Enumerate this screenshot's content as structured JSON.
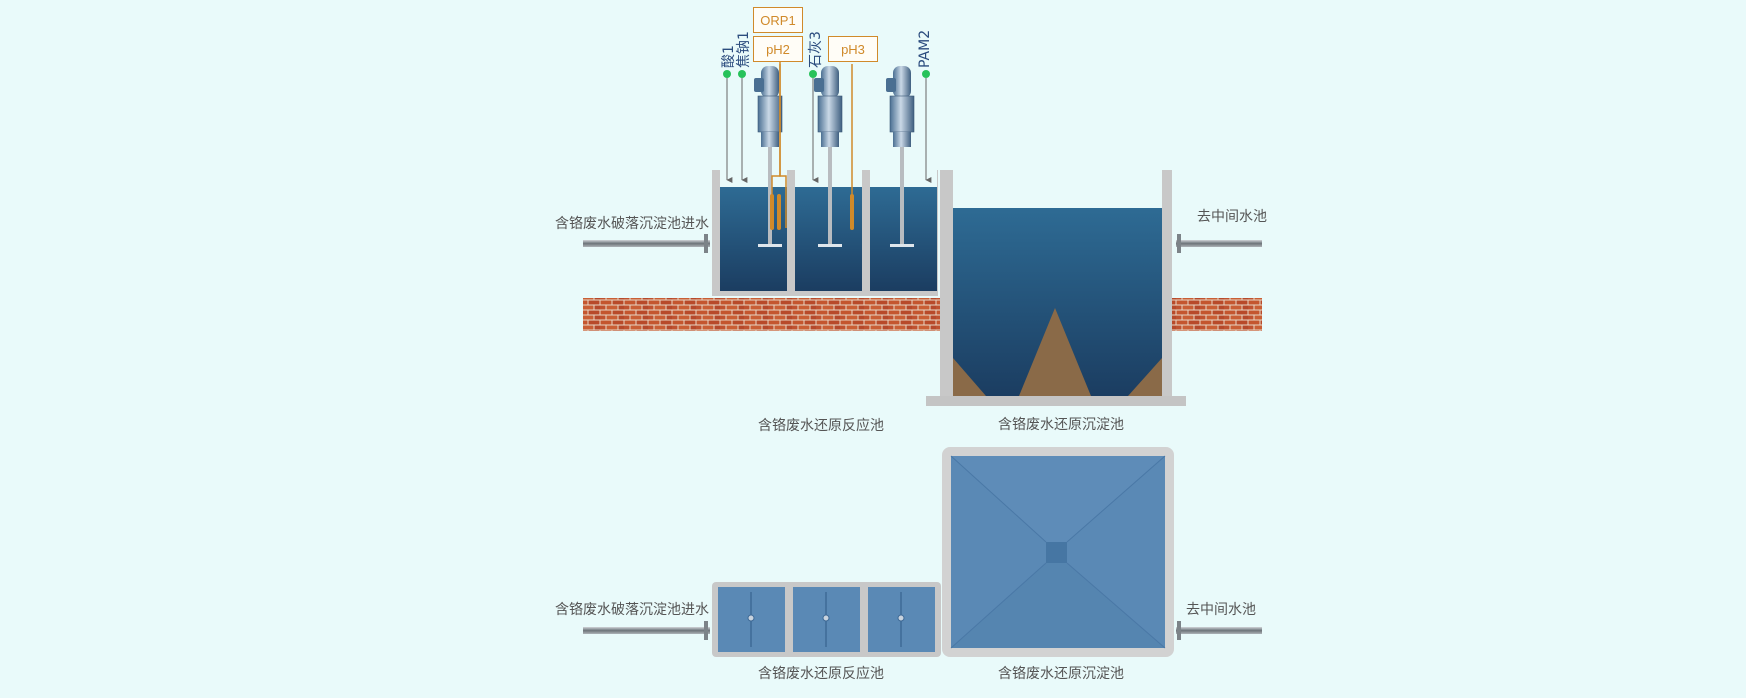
{
  "side_view": {
    "inlet_label": "含铬废水破落沉淀池进水",
    "outlet_label": "去中间水池",
    "reaction_tank_label": "含铬废水还原反应池",
    "settling_tank_label": "含铬废水还原沉淀池",
    "dosing": [
      {
        "id": "acid1",
        "label": "酸1"
      },
      {
        "id": "sodium1",
        "label": "焦钠1"
      },
      {
        "id": "lime3",
        "label": "石灰3"
      },
      {
        "id": "pam2",
        "label": "PAM2"
      }
    ],
    "probes": [
      {
        "id": "orp1",
        "label": "ORP1"
      },
      {
        "id": "ph2",
        "label": "pH2"
      },
      {
        "id": "ph3",
        "label": "pH3"
      }
    ]
  },
  "plan_view": {
    "inlet_label": "含铬废水破落沉淀池进水",
    "outlet_label": "去中间水池",
    "reaction_tank_label": "含铬废水还原反应池",
    "settling_tank_label": "含铬废水还原沉淀池"
  },
  "colors": {
    "background": "#e9fafa",
    "water_top": "#2e6b94",
    "water_bottom": "#1b3d61",
    "sludge": "#8a6a48",
    "brick": "#c4562f",
    "tank_wall": "#c8c8c8",
    "plan_water": "#5a89b5",
    "dosing_dot": "#27c25a",
    "probe": "#d08a2a"
  }
}
